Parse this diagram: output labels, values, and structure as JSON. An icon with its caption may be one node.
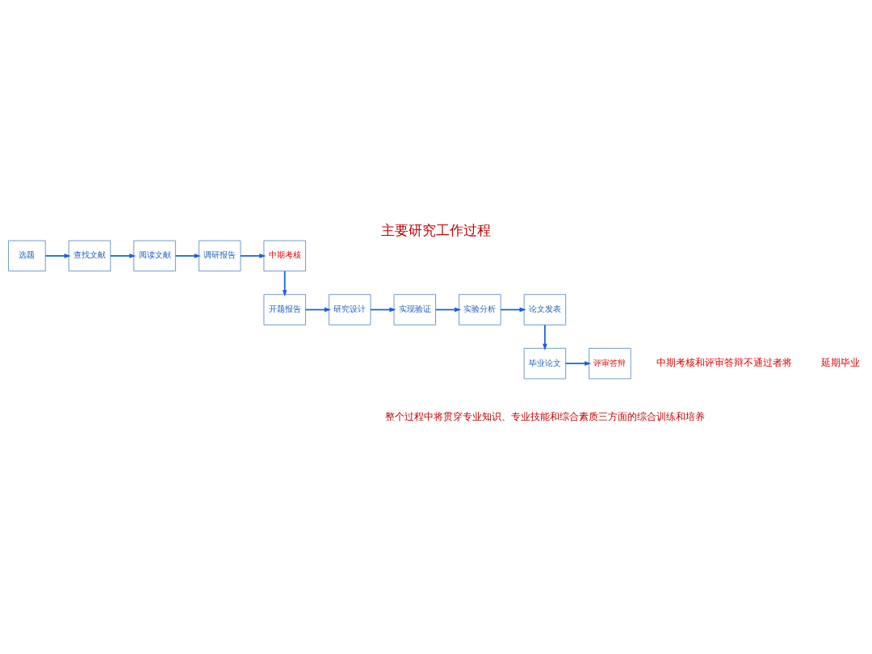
{
  "diagram": {
    "title": "主要研究工作过程",
    "nodes": [
      {
        "text": [
          "选题"
        ]
      },
      {
        "text": [
          "查找文献"
        ]
      },
      {
        "text": [
          "阅读文献"
        ]
      },
      {
        "text": [
          "调研报告"
        ]
      },
      {
        "text": [
          "中期考核"
        ]
      },
      {
        "text": [
          "开题报告"
        ]
      },
      {
        "text": [
          "研究设计"
        ]
      },
      {
        "text": [
          "实现验证"
        ]
      },
      {
        "text": [
          "实验分析"
        ]
      },
      {
        "text": [
          "论文发表"
        ]
      },
      {
        "text": [
          "毕业论文"
        ]
      },
      {
        "text": [
          "评审答辩"
        ]
      }
    ],
    "edges": [
      {
        "from": 0,
        "to": 1,
        "arrow": "to"
      },
      {
        "from": 1,
        "to": 2,
        "arrow": "to"
      },
      {
        "from": 2,
        "to": 3,
        "arrow": "to"
      },
      {
        "from": 3,
        "to": 4,
        "arrow": "to"
      },
      {
        "from": 4,
        "to": 5,
        "arrow": "to"
      },
      {
        "from": 5,
        "to": 6,
        "arrow": "to"
      },
      {
        "from": 6,
        "to": 7,
        "arrow": "to"
      },
      {
        "from": 7,
        "to": 8,
        "arrow": "to"
      },
      {
        "from": 8,
        "to": 9,
        "arrow": "to"
      },
      {
        "from": 9,
        "to": 10,
        "arrow": "to"
      },
      {
        "from": 10,
        "to": 11,
        "arrow": "to"
      }
    ],
    "labels": [
      "中期考核和评审答辩不通过者将",
      "延期毕业",
      "整个过程中将贯穿专业知识、专业技能和综合素质三方面的综合训练和培养"
    ]
  }
}
